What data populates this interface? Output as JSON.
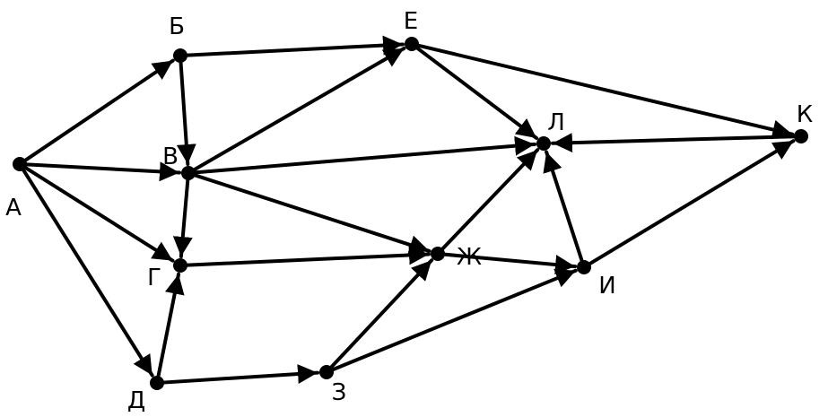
{
  "graph": {
    "colors": {
      "stroke": "#000000",
      "background": "#ffffff"
    },
    "nodes": [
      {
        "id": "A",
        "label": "А"
      },
      {
        "id": "B",
        "label": "Б"
      },
      {
        "id": "V",
        "label": "В"
      },
      {
        "id": "G",
        "label": "Г"
      },
      {
        "id": "D",
        "label": "Д"
      },
      {
        "id": "E",
        "label": "Е"
      },
      {
        "id": "ZH",
        "label": "Ж"
      },
      {
        "id": "Z",
        "label": "З"
      },
      {
        "id": "I",
        "label": "И"
      },
      {
        "id": "L",
        "label": "Л"
      },
      {
        "id": "K",
        "label": "К"
      }
    ],
    "edges": [
      {
        "from": "A",
        "to": "B"
      },
      {
        "from": "A",
        "to": "V"
      },
      {
        "from": "A",
        "to": "G"
      },
      {
        "from": "A",
        "to": "D"
      },
      {
        "from": "B",
        "to": "V"
      },
      {
        "from": "B",
        "to": "E"
      },
      {
        "from": "V",
        "to": "E"
      },
      {
        "from": "V",
        "to": "G"
      },
      {
        "from": "V",
        "to": "L"
      },
      {
        "from": "V",
        "to": "ZH"
      },
      {
        "from": "D",
        "to": "G"
      },
      {
        "from": "D",
        "to": "Z"
      },
      {
        "from": "G",
        "to": "ZH"
      },
      {
        "from": "E",
        "to": "L"
      },
      {
        "from": "E",
        "to": "K"
      },
      {
        "from": "K",
        "to": "L"
      },
      {
        "from": "Z",
        "to": "ZH"
      },
      {
        "from": "Z",
        "to": "I"
      },
      {
        "from": "ZH",
        "to": "L"
      },
      {
        "from": "ZH",
        "to": "I"
      },
      {
        "from": "I",
        "to": "L"
      },
      {
        "from": "I",
        "to": "K"
      }
    ]
  }
}
